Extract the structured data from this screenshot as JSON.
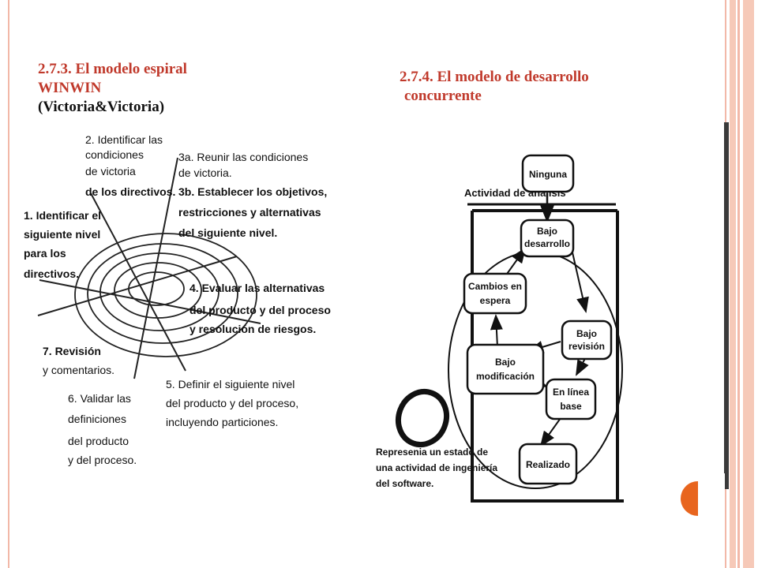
{
  "left_heading": {
    "line1": "2.7.3. El modelo espiral",
    "line2": "WINWIN",
    "line3": "(Victoria&Victoria)"
  },
  "right_heading": {
    "line1": "2.7.4. El modelo de desarrollo",
    "line2": "concurrente"
  },
  "spiral": {
    "label_2": [
      "2. Identificar las",
      "condiciones",
      "de victoria",
      "de los directivos."
    ],
    "label_3a": [
      "3a. Reunir las condiciones",
      "de victoria."
    ],
    "label_3b": [
      "3b. Establecer los objetivos,",
      "restricciones y alternativas",
      "del siguiente nivel."
    ],
    "label_1": [
      "1. Identificar el",
      "siguiente nivel",
      "para los",
      "directivos."
    ],
    "label_4": [
      "4. Evaluar las alternativas",
      "del producto y del proceso",
      "y resolución de riesgos."
    ],
    "label_7": [
      "7. Revisión",
      "y comentarios."
    ],
    "label_5": [
      "5. Definir el siguiente nivel",
      "del producto y del proceso,",
      "incluyendo particiones."
    ],
    "label_6": [
      "6. Validar las",
      "definiciones",
      "del producto",
      "y del proceso."
    ]
  },
  "concurrent": {
    "activity_title": "Actividad de análisis",
    "states": {
      "ninguna": [
        "Ninguna"
      ],
      "bajo_desarrollo": [
        "Bajo",
        "desarrollo"
      ],
      "cambios_espera": [
        "Cambios en",
        "espera"
      ],
      "bajo_revision": [
        "Bajo",
        "revisión"
      ],
      "bajo_modificacion": [
        "Bajo",
        "modificación"
      ],
      "en_linea_base": [
        "En línea",
        "base"
      ],
      "realizado": [
        "Realizado"
      ]
    },
    "legend": [
      "Represenia un estado de",
      "una actividad de ingeniería",
      "del software."
    ]
  },
  "colors": {
    "accent": "#c0392b",
    "frame": "#f2b8a8",
    "stripe": "#f6c9b8",
    "orange": "#e8651e"
  }
}
